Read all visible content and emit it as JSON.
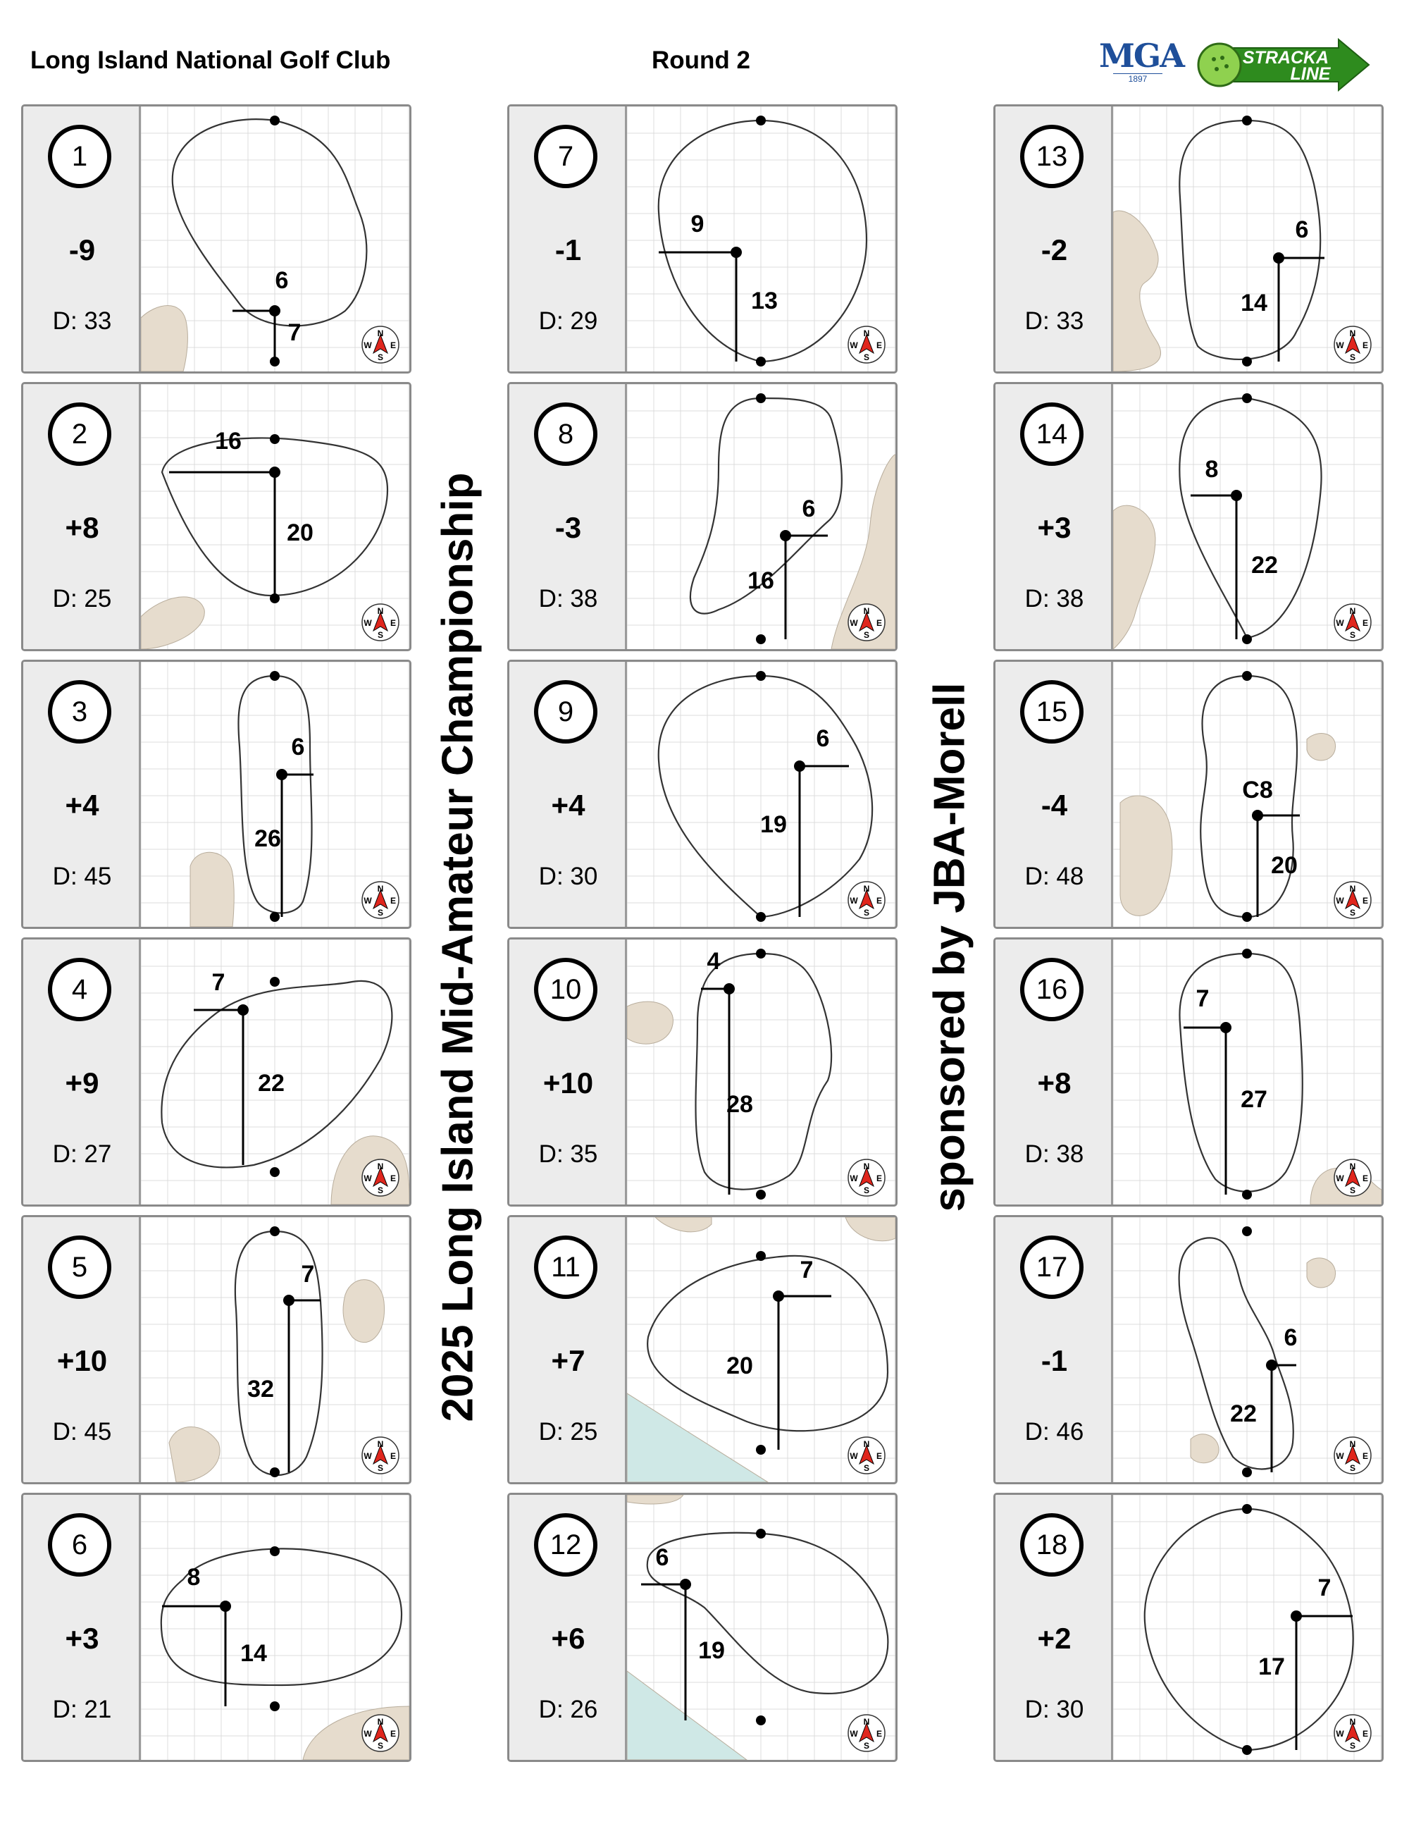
{
  "header": {
    "club": "Long Island National Golf Club",
    "round": "Round 2",
    "logo_mga": "MGA",
    "logo_mga_year": "1897",
    "logo_stracka_top": "STRACKA",
    "logo_stracka_bottom": "LINE"
  },
  "titles": {
    "main": "2025 Long Island Mid-Amateur Championship",
    "sponsor": "sponsored by JBA-Morell"
  },
  "colors": {
    "hazard_sand": "#e6dccd",
    "hazard_water": "#cfe8e6",
    "grid": "#dcdcdc",
    "panel_side": "#ececec",
    "compass_red": "#e0261d",
    "stracka_green": "#2e8b1e"
  },
  "compass_icon": "compass-rose-icon",
  "holes": [
    {
      "number": "1",
      "score": "-9",
      "depth": "D: 33",
      "horiz": "6",
      "vert": "7"
    },
    {
      "number": "2",
      "score": "+8",
      "depth": "D: 25",
      "horiz": "16",
      "vert": "20"
    },
    {
      "number": "3",
      "score": "+4",
      "depth": "D: 45",
      "horiz": "6",
      "vert": "26"
    },
    {
      "number": "4",
      "score": "+9",
      "depth": "D: 27",
      "horiz": "7",
      "vert": "22"
    },
    {
      "number": "5",
      "score": "+10",
      "depth": "D: 45",
      "horiz": "7",
      "vert": "32"
    },
    {
      "number": "6",
      "score": "+3",
      "depth": "D: 21",
      "horiz": "8",
      "vert": "14"
    },
    {
      "number": "7",
      "score": "-1",
      "depth": "D: 29",
      "horiz": "9",
      "vert": "13"
    },
    {
      "number": "8",
      "score": "-3",
      "depth": "D: 38",
      "horiz": "6",
      "vert": "16"
    },
    {
      "number": "9",
      "score": "+4",
      "depth": "D: 30",
      "horiz": "6",
      "vert": "19"
    },
    {
      "number": "10",
      "score": "+10",
      "depth": "D: 35",
      "horiz": "4",
      "vert": "28"
    },
    {
      "number": "11",
      "score": "+7",
      "depth": "D: 25",
      "horiz": "7",
      "vert": "20"
    },
    {
      "number": "12",
      "score": "+6",
      "depth": "D: 26",
      "horiz": "6",
      "vert": "19"
    },
    {
      "number": "13",
      "score": "-2",
      "depth": "D: 33",
      "horiz": "6",
      "vert": "14"
    },
    {
      "number": "14",
      "score": "+3",
      "depth": "D: 38",
      "horiz": "8",
      "vert": "22"
    },
    {
      "number": "15",
      "score": "-4",
      "depth": "D: 48",
      "horiz": "C8",
      "vert": "20"
    },
    {
      "number": "16",
      "score": "+8",
      "depth": "D: 38",
      "horiz": "7",
      "vert": "27"
    },
    {
      "number": "17",
      "score": "-1",
      "depth": "D: 46",
      "horiz": "6",
      "vert": "22"
    },
    {
      "number": "18",
      "score": "+2",
      "depth": "D: 30",
      "horiz": "7",
      "vert": "17"
    }
  ]
}
